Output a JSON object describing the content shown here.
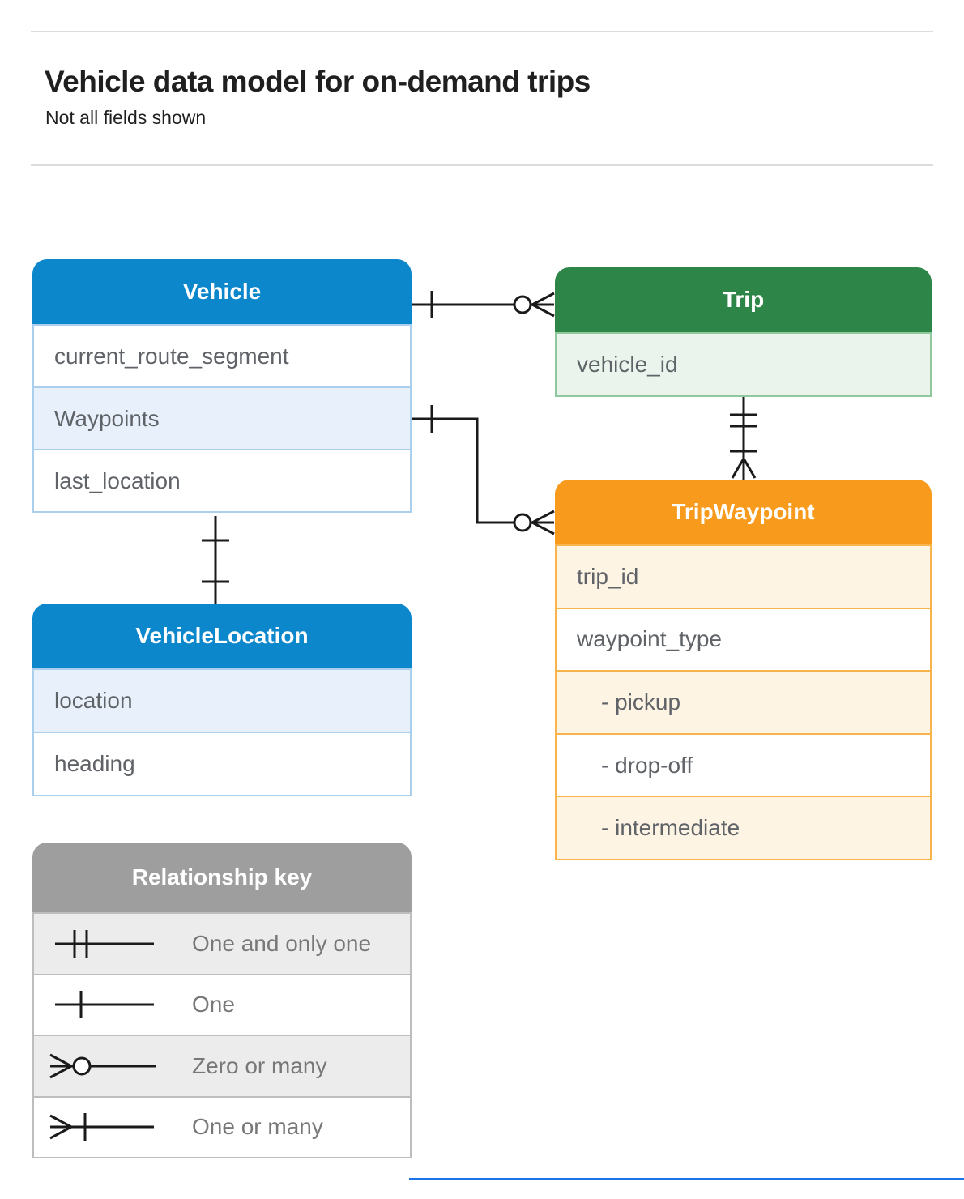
{
  "page": {
    "title": "Vehicle data model for on-demand trips",
    "subtitle": "Not all fields shown"
  },
  "entities": {
    "vehicle": {
      "title": "Vehicle",
      "rows": [
        "current_route_segment",
        "Waypoints",
        "last_location"
      ]
    },
    "trip": {
      "title": "Trip",
      "rows": [
        "vehicle_id"
      ]
    },
    "trip_waypoint": {
      "title": "TripWaypoint",
      "rows": [
        "trip_id",
        "waypoint_type",
        "- pickup",
        "- drop-off",
        "- intermediate"
      ]
    },
    "vehicle_location": {
      "title": "VehicleLocation",
      "rows": [
        "location",
        "heading"
      ]
    }
  },
  "legend": {
    "title": "Relationship key",
    "items": [
      {
        "symbol": "one-and-only-one-symbol",
        "label": "One and only one"
      },
      {
        "symbol": "one-symbol",
        "label": "One"
      },
      {
        "symbol": "zero-or-many-symbol",
        "label": "Zero or many"
      },
      {
        "symbol": "one-or-many-symbol",
        "label": "One or many"
      }
    ]
  },
  "relationships": [
    {
      "from": "Vehicle",
      "to": "Trip",
      "from_end": "one",
      "to_end": "zero-or-many"
    },
    {
      "from": "Vehicle.Waypoints",
      "to": "TripWaypoint",
      "from_end": "one",
      "to_end": "zero-or-many"
    },
    {
      "from": "Trip",
      "to": "TripWaypoint",
      "from_end": "one-and-only-one",
      "to_end": "one-or-many"
    },
    {
      "from": "Vehicle.last_location",
      "to": "VehicleLocation",
      "from_end": "one",
      "to_end": "one"
    }
  ],
  "colors": {
    "blue": "#0d87cb",
    "blue-light": "#e8f1fb",
    "blue-border": "#a9cfec",
    "green": "#2e8548",
    "green-light": "#eaf4ec",
    "green-border": "#90c89e",
    "orange": "#f89b1c",
    "orange-light": "#fdf4e4",
    "orange-border": "#f8b44c",
    "gray": "#9e9e9e",
    "gray-light": "#ececec",
    "gray-border": "#bdbdbd",
    "line": "#1a1a1a",
    "row-text": "#5f6368",
    "legend-text": "#77787a",
    "title-text": "#1f1f1f",
    "divider": "#dcdcdc",
    "accent-blue": "#1a73e8"
  }
}
